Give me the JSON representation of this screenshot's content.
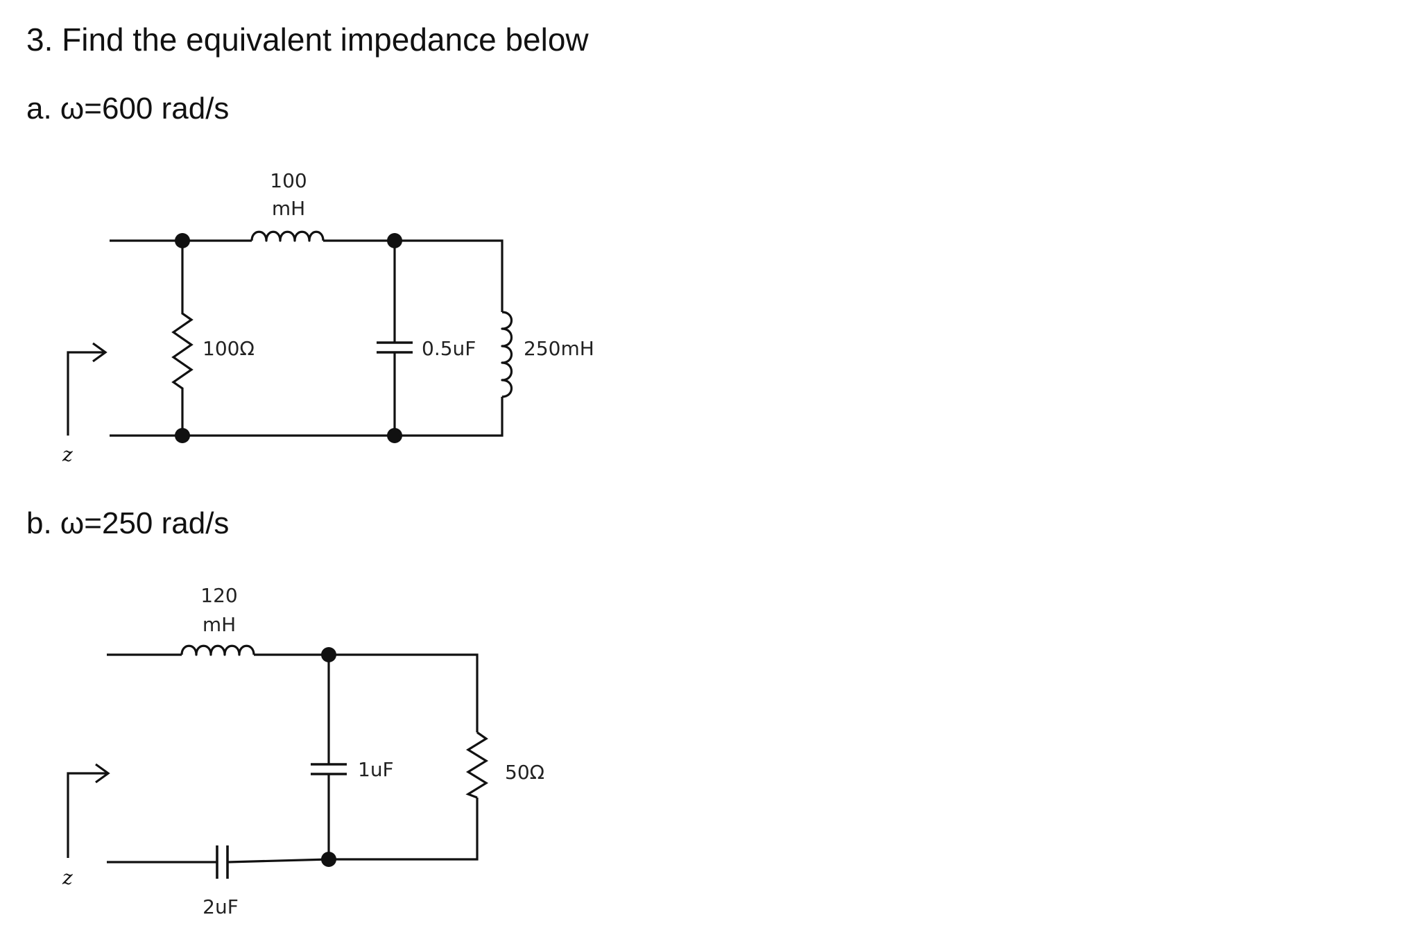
{
  "problem": {
    "title": "3. Find the equivalent impedance below"
  },
  "part_a": {
    "heading": "a. ω=600 rad/s",
    "z_label": "z",
    "inductor_series_value": "100",
    "inductor_series_unit": "mH",
    "resistor_label": "100Ω",
    "capacitor_label": "0.5uF",
    "inductor_shunt_label": "250mH"
  },
  "part_b": {
    "heading": "b. ω=250 rad/s",
    "z_label": "z",
    "inductor_series_value": "120",
    "inductor_series_unit": "mH",
    "capacitor_shunt_label": "1uF",
    "resistor_label": "50Ω",
    "capacitor_series_label": "2uF"
  }
}
